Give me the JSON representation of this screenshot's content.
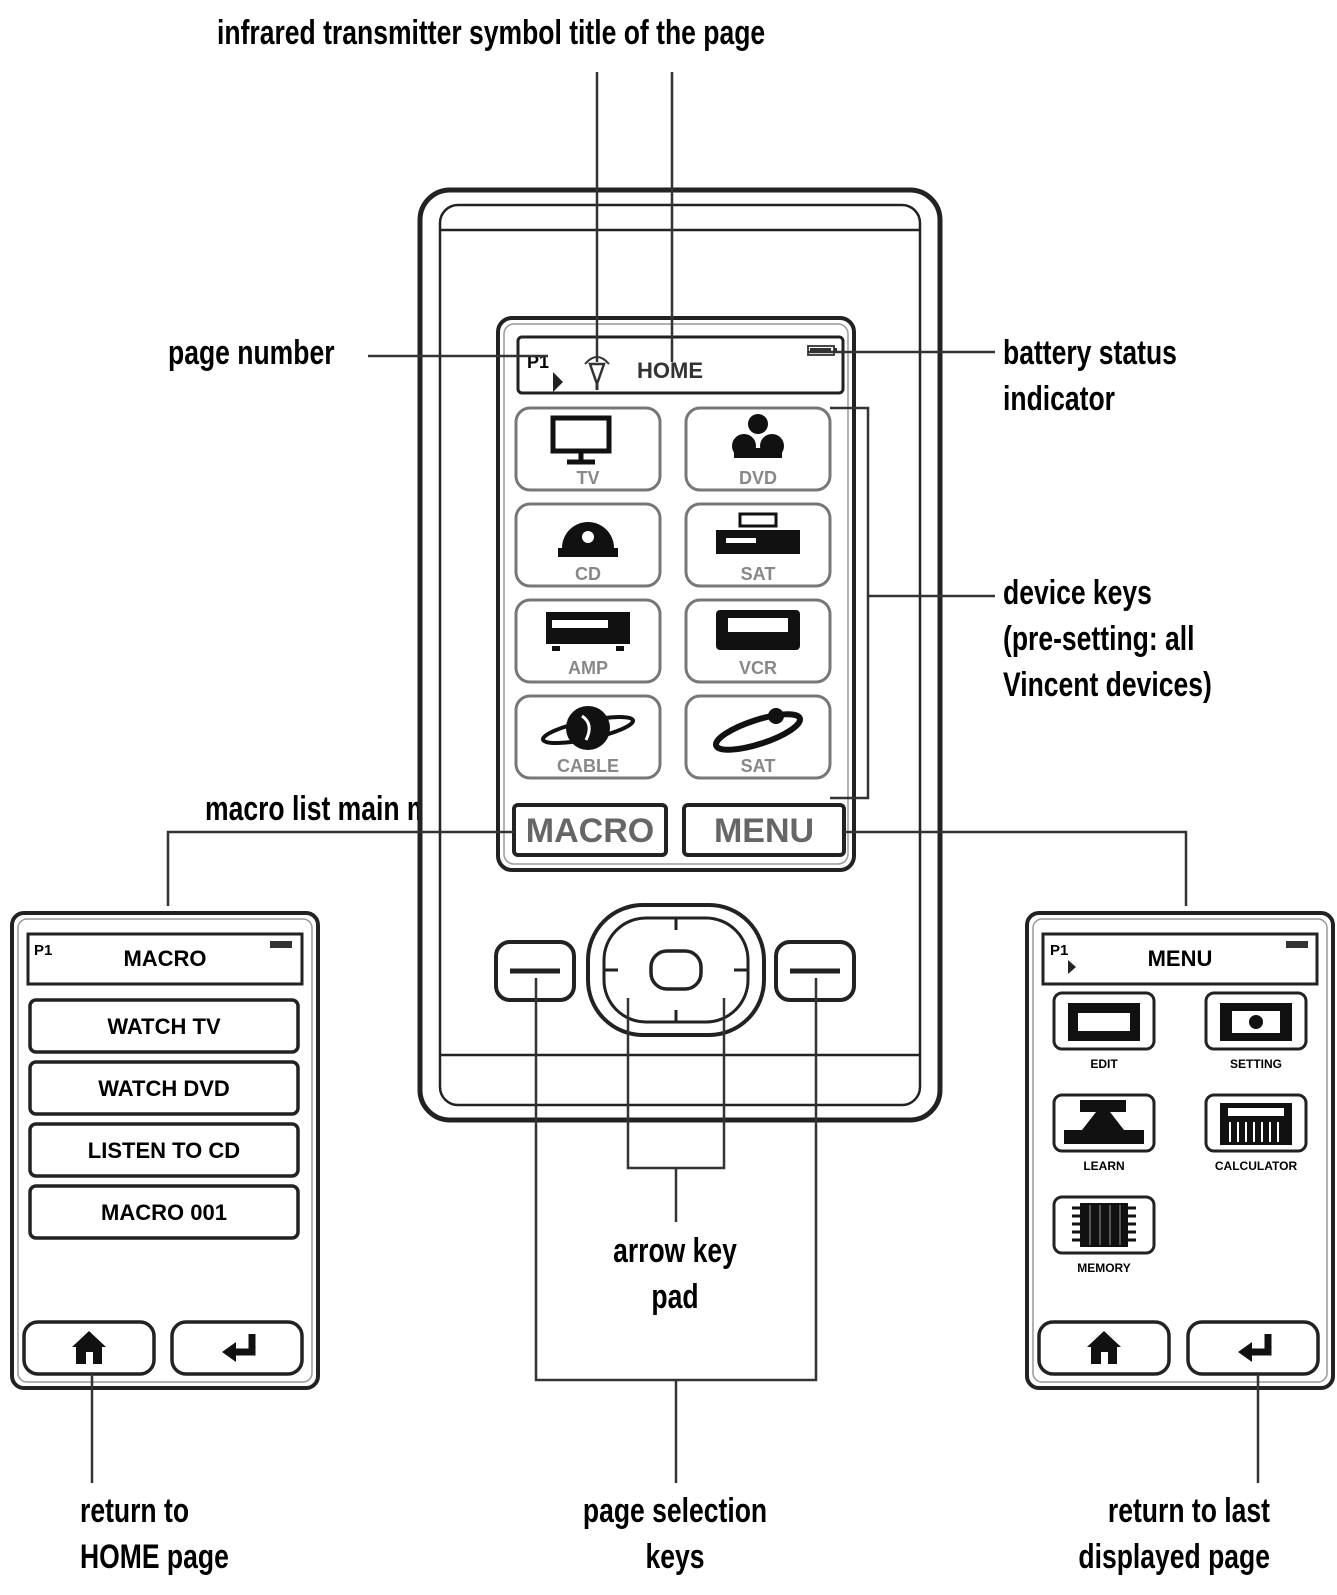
{
  "callouts": {
    "top": "infrared transmitter symbol title of the page",
    "page_number": "page number",
    "battery_line1": "battery status",
    "battery_line2": "indicator",
    "device_line1": "device keys",
    "device_line2": "(pre-setting: all",
    "device_line3": "Vincent devices)",
    "macro_menu": "macro list main menu page",
    "arrow_line1": "arrow key",
    "arrow_line2": "pad",
    "pagesel_line1": "page selection",
    "pagesel_line2": "keys",
    "home_line1": "return to",
    "home_line2": "HOME page",
    "last_line1": "return to last",
    "last_line2": "displayed page"
  },
  "remote": {
    "page_number": "P1",
    "title": "HOME",
    "devices": [
      "TV",
      "DVD",
      "CD",
      "SAT",
      "AMP",
      "VCR",
      "CABLE",
      "SAT"
    ],
    "macro_key": "MACRO",
    "menu_key": "MENU"
  },
  "macro_screen": {
    "page_number": "P1",
    "title": "MACRO",
    "items": [
      "WATCH TV",
      "WATCH DVD",
      "LISTEN TO CD",
      "MACRO 001"
    ],
    "home_icon": "home-icon",
    "back_icon": "return-arrow-icon"
  },
  "menu_screen": {
    "page_number": "P1",
    "title": "MENU",
    "items": [
      "EDIT",
      "SETTING",
      "LEARN",
      "CALCULATOR",
      "MEMORY"
    ],
    "home_icon": "home-icon",
    "back_icon": "return-arrow-icon"
  }
}
